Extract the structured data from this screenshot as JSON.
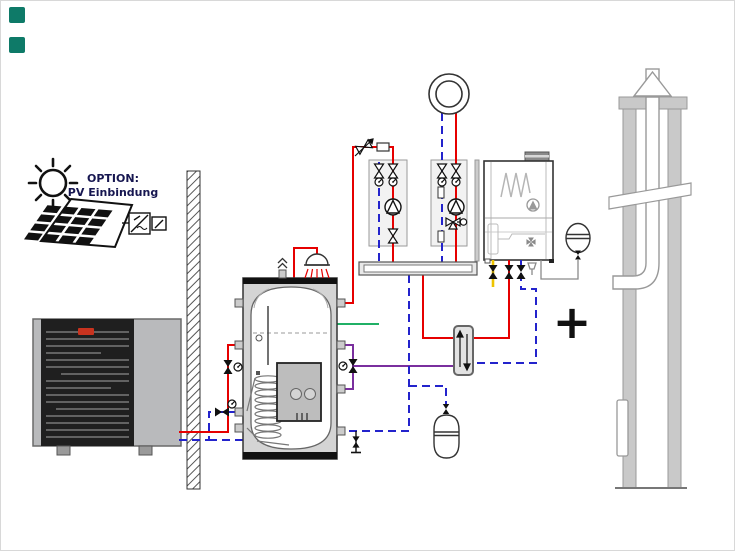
{
  "diagram": {
    "pv_option": {
      "title": "OPTION:",
      "subtitle": "PV Einbindung"
    },
    "plus_sign": "+",
    "colors": {
      "flow_red": "#e60000",
      "return_blue": "#2323cc",
      "dhw_purple": "#7a2f9e",
      "signal_green": "#00a550",
      "gas_yellow": "#eec400",
      "condensate_gray": "#8a8a8a",
      "badge_teal": "#0e7a68"
    },
    "components": [
      "sun",
      "pv-panel",
      "inverter",
      "heat-pump",
      "house-wall",
      "buffer-tank-with-freshwater-module",
      "shower",
      "air-vent",
      "heating-circuit-pump-group-1",
      "heating-circuit-pump-group-2",
      "floor-heating-loop",
      "distribution-manifold",
      "gas-boiler",
      "plate-heat-exchanger",
      "expansion-vessel-heating",
      "expansion-vessel-boiler",
      "drain-valve",
      "chimney-flue"
    ]
  }
}
